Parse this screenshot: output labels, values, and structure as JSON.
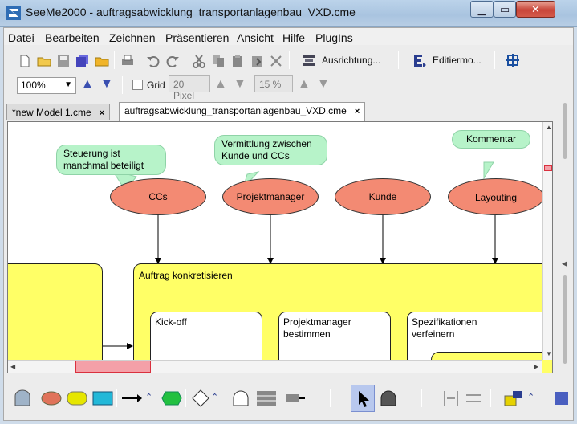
{
  "window": {
    "title": "SeeMe2000 - auftragsabwicklung_transportanlagenbau_VXD.cme"
  },
  "menu": [
    "Datei",
    "Bearbeiten",
    "Zeichnen",
    "Präsentieren",
    "Ansicht",
    "Hilfe",
    "PlugIns"
  ],
  "toolbar": {
    "layout_label": "Ausrichtung...",
    "edit_label": "Editiermo...",
    "zoom_value": "100%",
    "grid_label": "Grid",
    "grid_size": "20 Pixel",
    "percent_value": "15 %"
  },
  "tabs": [
    {
      "label": "*new Model 1.cme",
      "close": "×"
    },
    {
      "label": "auftragsabwicklung_transportanlagenbau_VXD.cme",
      "close": "×"
    }
  ],
  "diagram": {
    "roles": [
      "CCs",
      "Projektmanager",
      "Kunde",
      "Layouting"
    ],
    "comments": {
      "ccs": [
        "Steuerung ist",
        "manchmal beteiligt"
      ],
      "pm": [
        "Vermittlung zwischen",
        "Kunde und CCs"
      ],
      "layout": [
        "Kommentar"
      ]
    },
    "main_activity": "Auftrag konkretisieren",
    "sub_activities": {
      "kickoff": [
        "Kick-off"
      ],
      "pm": [
        "Projektmanager",
        "bestimmen"
      ],
      "spec": [
        "Spezifikationen",
        "verfeinern"
      ]
    }
  },
  "colors": {
    "role": "#f38a73",
    "activity": "#ffff66",
    "comment": "#b7f3c9",
    "scroll_marker": "#f4a0a8"
  }
}
